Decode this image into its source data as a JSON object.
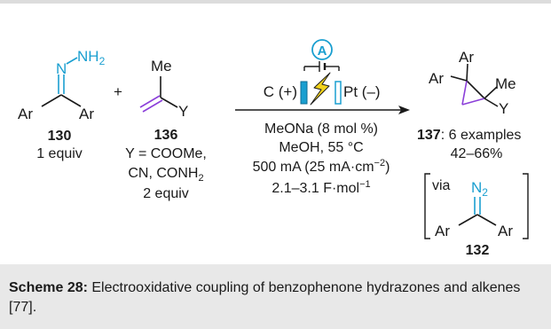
{
  "scheme": {
    "reactant_hydrazone": {
      "group_nh2": "NH",
      "group_nh2_sub": "2",
      "atom_n": "N",
      "ar_left": "Ar",
      "ar_right": "Ar",
      "compound_number": "130",
      "equiv": "1 equiv"
    },
    "plus_sign": "+",
    "reactant_alkene": {
      "methyl": "Me",
      "substituent": "Y",
      "compound_number": "136",
      "y_definition_line1": "Y = COOMe,",
      "y_definition_line2": "CN, CONH",
      "y_definition_line2_sub": "2",
      "equiv": "2 equiv"
    },
    "electrochem_setup": {
      "cell_label": "A",
      "anode_label": "C (+)",
      "cathode_label": "Pt (–)"
    },
    "conditions": {
      "line1": "MeONa (8 mol %)",
      "line2": "MeOH, 55 °C",
      "line3_main": "500 mA (25 mA·cm",
      "line3_sup": "−2",
      "line3_end": ")",
      "line4_main": "2.1–3.1 F·mol",
      "line4_sup": "−1"
    },
    "product": {
      "ar_top": "Ar",
      "ar_left": "Ar",
      "methyl": "Me",
      "substituent": "Y",
      "compound_number": "137",
      "examples": ": 6 examples",
      "yield": "42–66%"
    },
    "intermediate": {
      "via_label": "via",
      "n2_main": "N",
      "n2_sub": "2",
      "ar_left": "Ar",
      "ar_right": "Ar",
      "compound_number": "132"
    }
  },
  "caption": {
    "label": "Scheme 28:",
    "text": " Electrooxidative coupling of benzophenone hydrazones and alkenes [77]."
  },
  "colors": {
    "hydrazone_blue": "#1a9fd0",
    "alkene_purple": "#8b3fd9",
    "electrode_blue": "#1a9fd0",
    "bolt_yellow": "#f2d21b",
    "caption_bg": "#e8e8e8",
    "line_black": "#1a1a1a"
  }
}
